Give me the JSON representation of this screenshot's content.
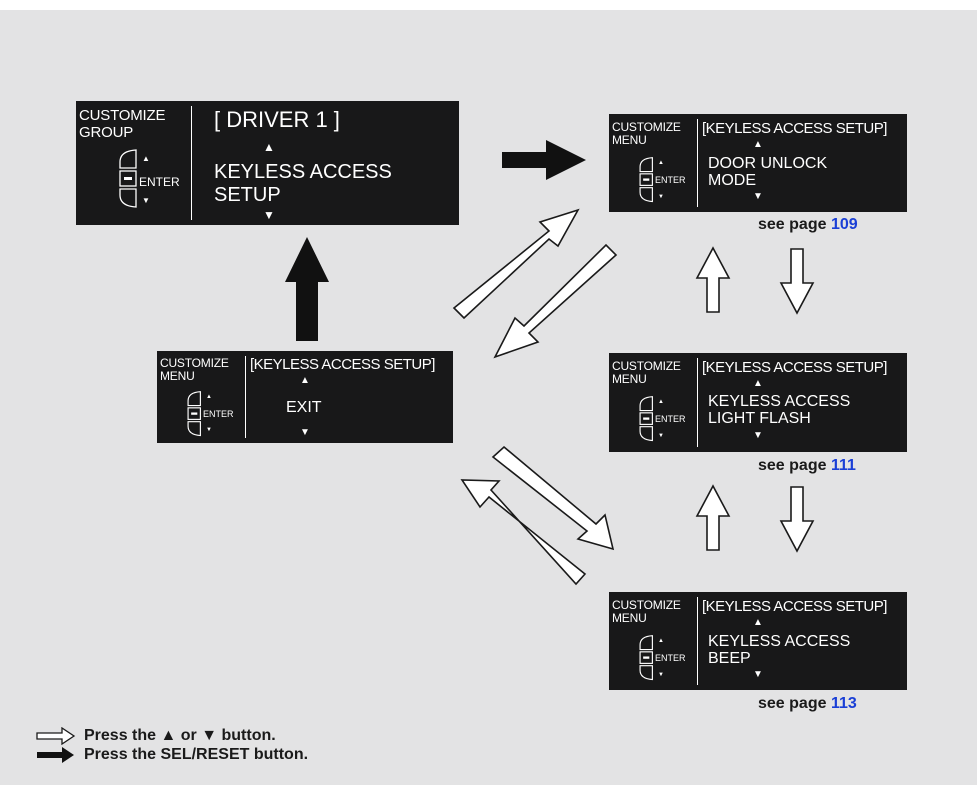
{
  "screens": {
    "group": {
      "caption_line1": "CUSTOMIZE",
      "caption_line2": "GROUP",
      "enter_label": "ENTER",
      "header": "[ DRIVER 1 ]",
      "line1": "KEYLESS ACCESS",
      "line2": "SETUP"
    },
    "exit": {
      "caption_line1": "CUSTOMIZE",
      "caption_line2": "MENU",
      "enter_label": "ENTER",
      "header": "[KEYLESS ACCESS SETUP]",
      "line1": "EXIT"
    },
    "door_unlock": {
      "caption_line1": "CUSTOMIZE",
      "caption_line2": "MENU",
      "enter_label": "ENTER",
      "header": "[KEYLESS ACCESS SETUP]",
      "line1": "DOOR UNLOCK",
      "line2": "MODE"
    },
    "light_flash": {
      "caption_line1": "CUSTOMIZE",
      "caption_line2": "MENU",
      "enter_label": "ENTER",
      "header": "[KEYLESS ACCESS SETUP]",
      "line1": "KEYLESS ACCESS",
      "line2": "LIGHT FLASH"
    },
    "beep": {
      "caption_line1": "CUSTOMIZE",
      "caption_line2": "MENU",
      "enter_label": "ENTER",
      "header": "[KEYLESS ACCESS SETUP]",
      "line1": "KEYLESS ACCESS",
      "line2": "BEEP"
    }
  },
  "see_page": {
    "label": "see page",
    "door_unlock": "109",
    "light_flash": "111",
    "beep": "113"
  },
  "legend": {
    "outline_arrow": "Press the ▲ or ▼ button.",
    "solid_arrow": "Press the SEL/RESET button."
  },
  "colors": {
    "background": "#e3e3e4",
    "display": "#181819",
    "page_link": "#1a3fd6"
  }
}
